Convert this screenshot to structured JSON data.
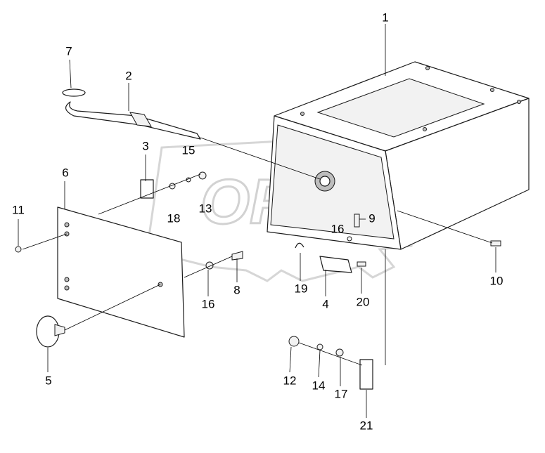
{
  "watermark": {
    "text": "OPEX"
  },
  "callouts": [
    {
      "id": "1",
      "text": "1"
    },
    {
      "id": "2",
      "text": "2"
    },
    {
      "id": "3",
      "text": "3"
    },
    {
      "id": "4",
      "text": "4"
    },
    {
      "id": "5",
      "text": "5"
    },
    {
      "id": "6",
      "text": "6"
    },
    {
      "id": "7",
      "text": "7"
    },
    {
      "id": "8",
      "text": "8"
    },
    {
      "id": "9",
      "text": "9"
    },
    {
      "id": "10",
      "text": "10"
    },
    {
      "id": "11",
      "text": "11"
    },
    {
      "id": "12",
      "text": "12"
    },
    {
      "id": "13",
      "text": "13"
    },
    {
      "id": "14",
      "text": "14"
    },
    {
      "id": "15",
      "text": "15"
    },
    {
      "id": "16a",
      "text": "16"
    },
    {
      "id": "16b",
      "text": "16"
    },
    {
      "id": "17",
      "text": "17"
    },
    {
      "id": "18",
      "text": "18"
    },
    {
      "id": "19",
      "text": "19"
    },
    {
      "id": "20",
      "text": "20"
    },
    {
      "id": "21",
      "text": "21"
    }
  ]
}
